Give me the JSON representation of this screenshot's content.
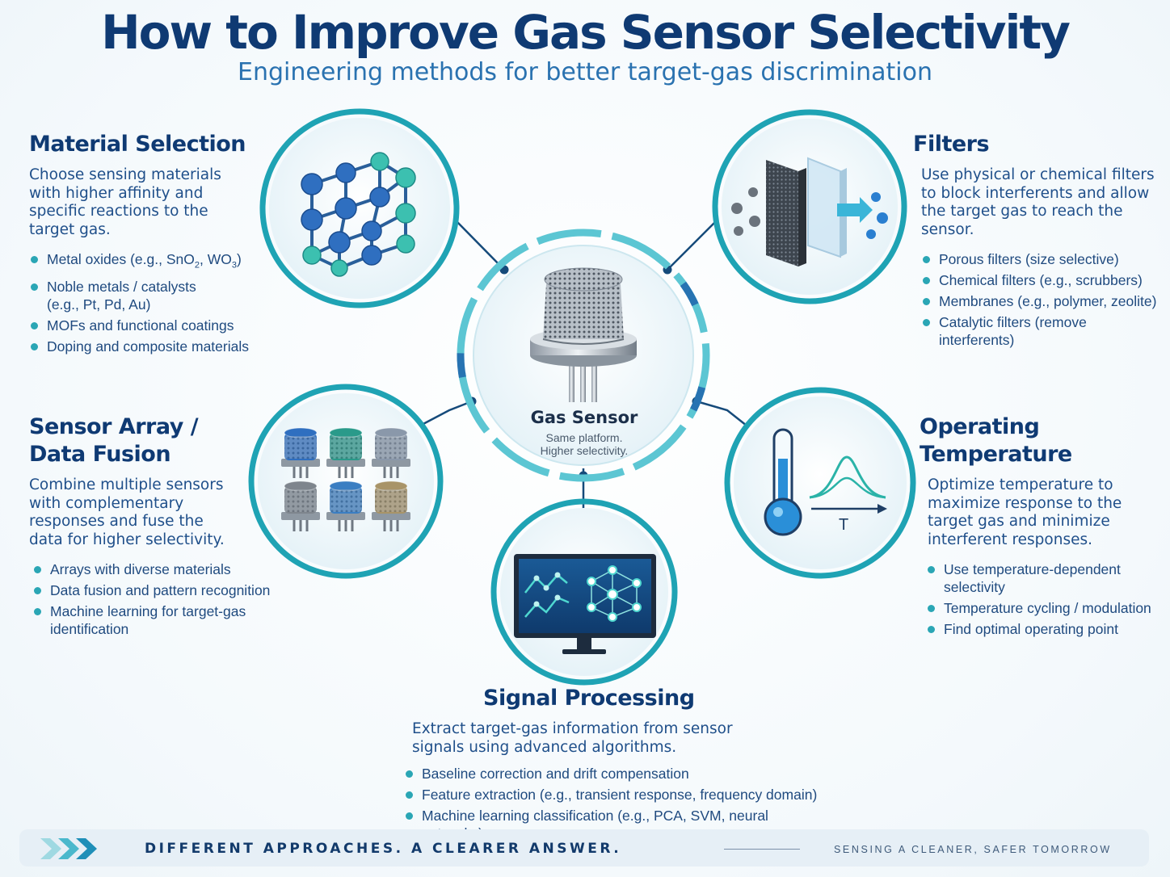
{
  "header": {
    "title": "How to Improve Gas Sensor Selectivity",
    "subtitle": "Engineering methods for better target-gas discrimination"
  },
  "center": {
    "label": "Gas Sensor",
    "sub_line1": "Same platform.",
    "sub_line2": "Higher selectivity."
  },
  "material": {
    "title": "Material Selection",
    "desc": "Choose sensing materials with higher affinity and specific reactions to the target gas.",
    "bullet1_a": "Metal oxides (e.g., SnO",
    "bullet1_sub1": "2",
    "bullet1_b": ", WO",
    "bullet1_sub2": "3",
    "bullet1_c": ")",
    "bullet2_line1": "Noble metals / catalysts",
    "bullet2_line2": "(e.g., Pt, Pd, Au)",
    "bullet3": "MOFs and functional coatings",
    "bullet4": "Doping and composite materials"
  },
  "filters": {
    "title": "Filters",
    "desc": "Use physical or chemical filters to block interferents and allow the target gas to reach the sensor.",
    "bullets": [
      "Porous filters (size selective)",
      "Chemical filters (e.g., scrubbers)",
      "Membranes (e.g., polymer, zeolite)",
      "Catalytic filters (remove interferents)"
    ]
  },
  "array": {
    "title_line1": "Sensor Array /",
    "title_line2": "Data Fusion",
    "desc": "Combine multiple sensors with complementary responses and fuse the data for higher selectivity.",
    "bullets": [
      "Arrays with diverse materials",
      "Data fusion and pattern recognition",
      "Machine learning for target-gas identification"
    ]
  },
  "temperature": {
    "title": "Operating Temperature",
    "desc": "Optimize temperature to maximize response to the target gas and minimize interferent responses.",
    "axis_label": "T",
    "bullets": [
      "Use temperature-dependent selectivity",
      "Temperature cycling / modulation",
      "Find optimal operating point"
    ]
  },
  "signal": {
    "title": "Signal Processing",
    "desc": "Extract target-gas information from sensor signals using advanced algorithms.",
    "bullets": [
      "Baseline correction and drift compensation",
      "Feature extraction (e.g., transient response, frequency domain)",
      "Machine learning classification (e.g., PCA, SVM, neural networks)"
    ]
  },
  "footer": {
    "main": "DIFFERENT APPROACHES. A CLEARER ANSWER.",
    "right": "SENSING A CLEANER, SAFER TOMORROW"
  },
  "colors": {
    "navy": "#0f3a73",
    "teal": "#1fa3b4",
    "blue": "#2a72b0"
  }
}
